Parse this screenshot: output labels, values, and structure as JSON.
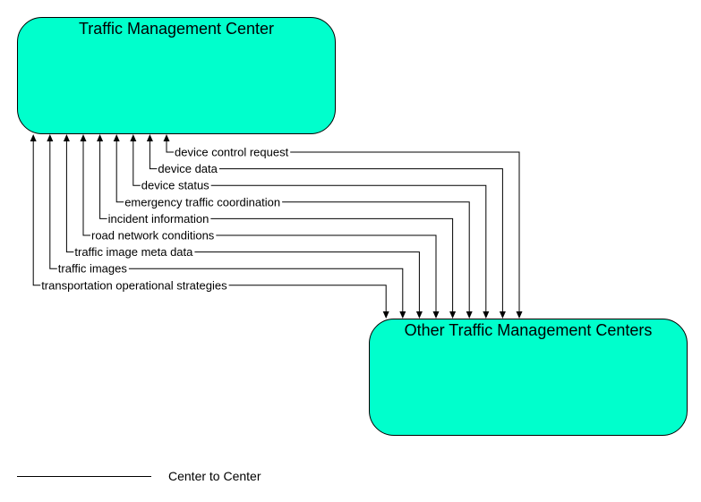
{
  "nodes": {
    "top": {
      "title": "Traffic Management Center"
    },
    "bottom": {
      "title": "Other Traffic Management Centers"
    }
  },
  "flows": [
    {
      "label": "device control request"
    },
    {
      "label": "device data"
    },
    {
      "label": "device status"
    },
    {
      "label": "emergency traffic coordination"
    },
    {
      "label": "incident information"
    },
    {
      "label": "road network conditions"
    },
    {
      "label": "traffic image meta data"
    },
    {
      "label": "traffic images"
    },
    {
      "label": "transportation operational strategies"
    }
  ],
  "legend": {
    "label": "Center to Center"
  },
  "colors": {
    "node_fill": "#00ffcc",
    "line": "#000000"
  }
}
